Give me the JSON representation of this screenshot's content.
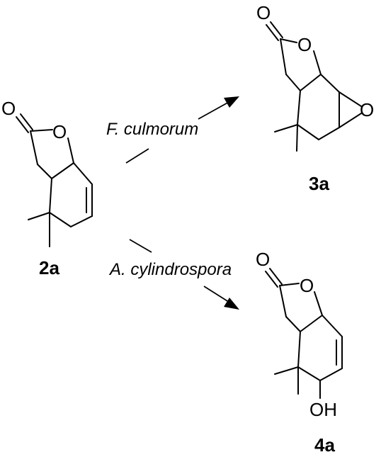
{
  "compounds": {
    "start": {
      "label": "2a",
      "atoms": {
        "carbonyl_o": "O",
        "ring_o": "O"
      }
    },
    "epoxide": {
      "label": "3a",
      "atoms": {
        "carbonyl_o": "O",
        "ring_o": "O",
        "epoxide_o": "O"
      }
    },
    "hydroxy": {
      "label": "4a",
      "atoms": {
        "carbonyl_o": "O",
        "ring_o": "O",
        "hydroxyl": "OH"
      }
    }
  },
  "reactions": {
    "upper": {
      "organism": "F. culmorum"
    },
    "lower": {
      "organism": "A. cylindrospora"
    }
  }
}
